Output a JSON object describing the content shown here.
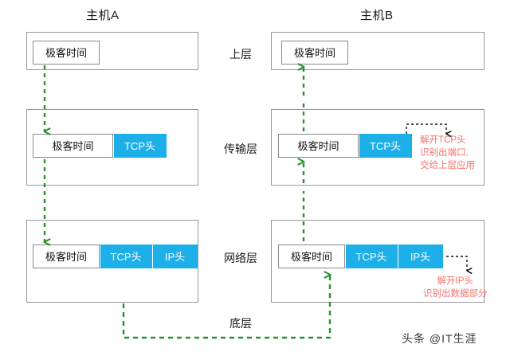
{
  "diagram": {
    "title_a": "主机A",
    "title_b": "主机B",
    "layers": [
      {
        "key": "upper",
        "label": "上层"
      },
      {
        "key": "transport",
        "label": "传输层"
      },
      {
        "key": "network",
        "label": "网络层"
      },
      {
        "key": "link",
        "label": "底层"
      }
    ],
    "segments": {
      "data": "极客时间",
      "tcp": "TCP头",
      "ip": "IP头"
    },
    "host_a": {
      "upper": {
        "segments": [
          "极客时间"
        ]
      },
      "transport": {
        "segments": [
          "极客时间",
          "TCP头"
        ]
      },
      "network": {
        "segments": [
          "极客时间",
          "TCP头",
          "IP头"
        ]
      }
    },
    "host_b": {
      "upper": {
        "segments": [
          "极客时间"
        ]
      },
      "transport": {
        "segments": [
          "极客时间",
          "TCP头"
        ]
      },
      "network": {
        "segments": [
          "极客时间",
          "TCP头",
          "IP头"
        ]
      }
    },
    "notes": {
      "transport": [
        "解开TCP头",
        "识别出端口,",
        "交给上层应用"
      ],
      "network": [
        "解开IP头",
        "识别出数据部分"
      ]
    },
    "watermark": "头条 @IT生涯",
    "colors": {
      "header_blue": "#1CAFE8",
      "flow_green": "#27922F",
      "note_red": "#F4726E",
      "box_gray": "#999999",
      "text_dark": "#1a1a1a"
    }
  }
}
